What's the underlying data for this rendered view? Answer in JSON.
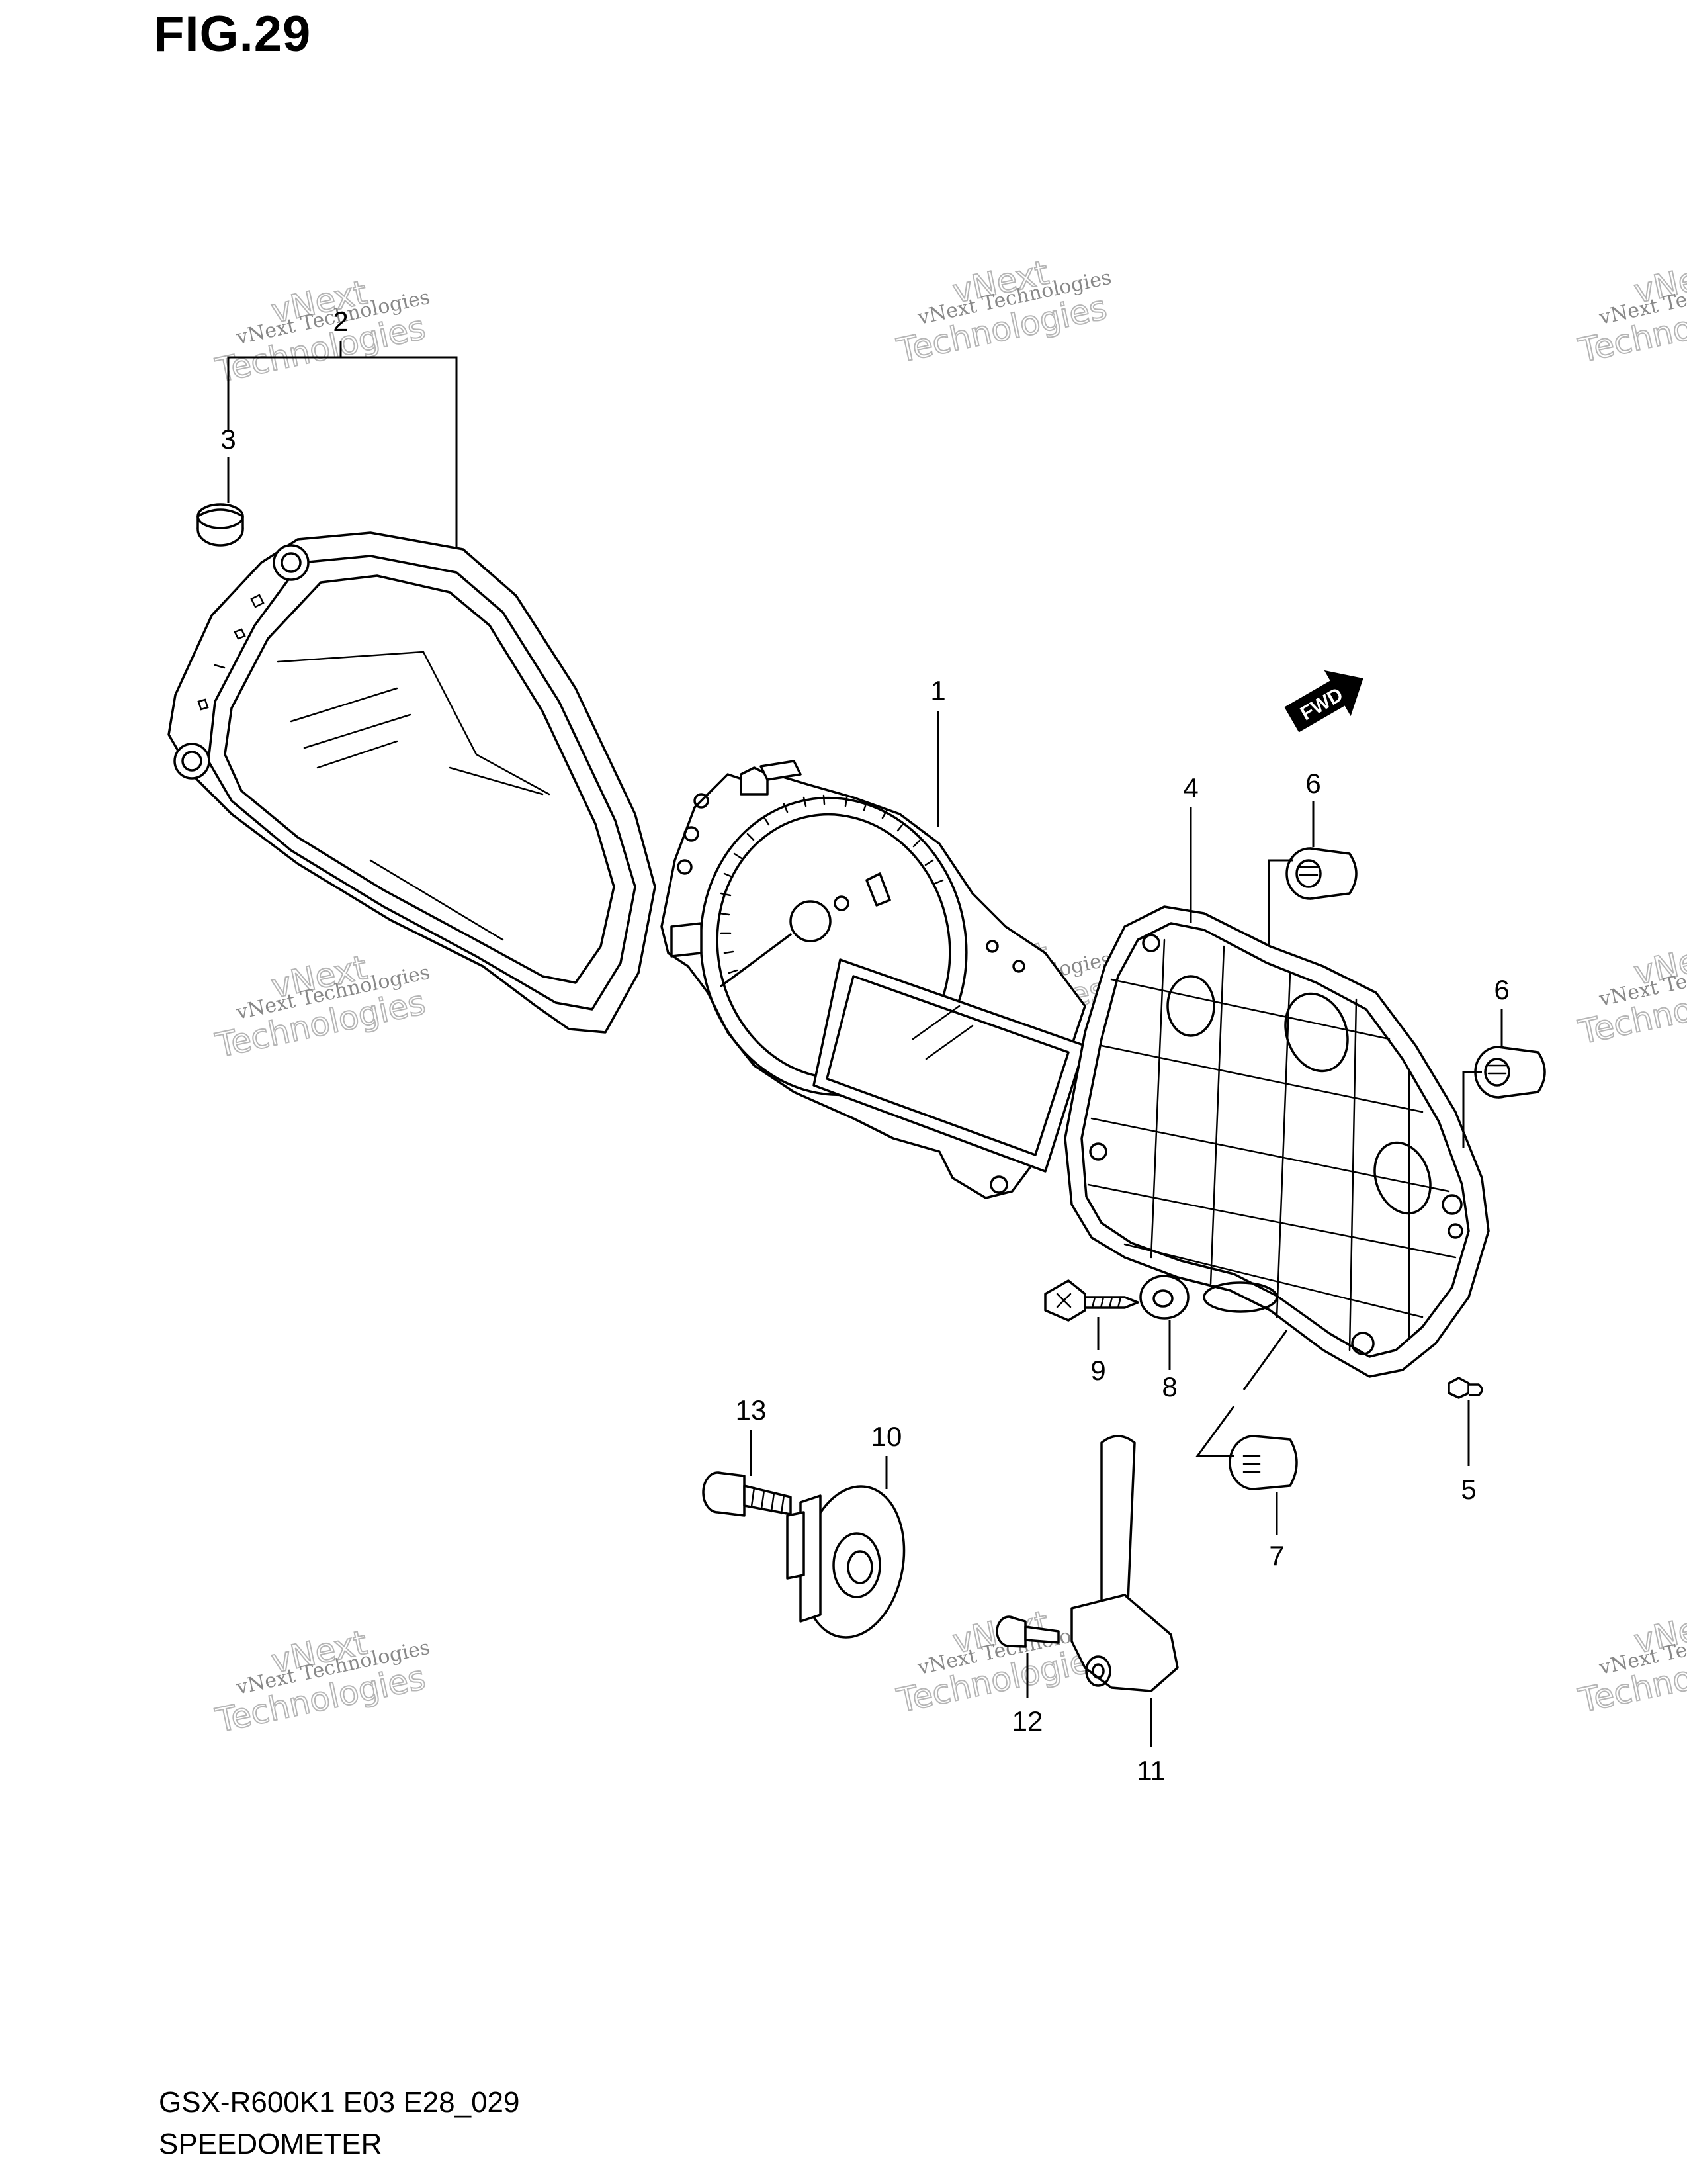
{
  "figure": {
    "title": "FIG.29"
  },
  "footer": {
    "model_code": "GSX-R600K1 E03 E28_029",
    "section_name": "SPEEDOMETER"
  },
  "fwd_arrow": {
    "label": "FWD"
  },
  "callouts": {
    "c1": "1",
    "c2": "2",
    "c3": "3",
    "c4": "4",
    "c5": "5",
    "c6a": "6",
    "c6b": "6",
    "c7": "7",
    "c8": "8",
    "c9": "9",
    "c10": "10",
    "c11": "11",
    "c12": "12",
    "c13": "13"
  },
  "watermark": {
    "line1": "vNext Technologies",
    "line2": "vNext",
    "line3": "Technologies"
  }
}
